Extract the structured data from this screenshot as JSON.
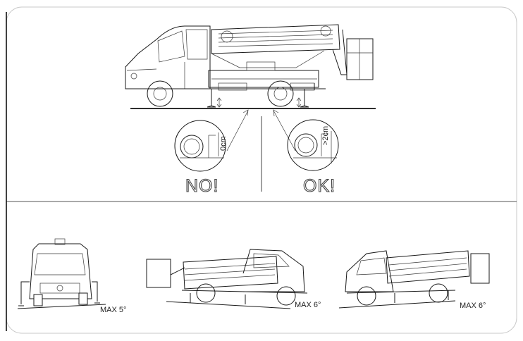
{
  "labels": {
    "no": "NO!",
    "ok": "OK!",
    "gap_no": "0cm",
    "gap_ok": ">2cm",
    "max_front": "MAX 5°",
    "max_side_left": "MAX 6°",
    "max_side_right": "MAX 6°"
  }
}
